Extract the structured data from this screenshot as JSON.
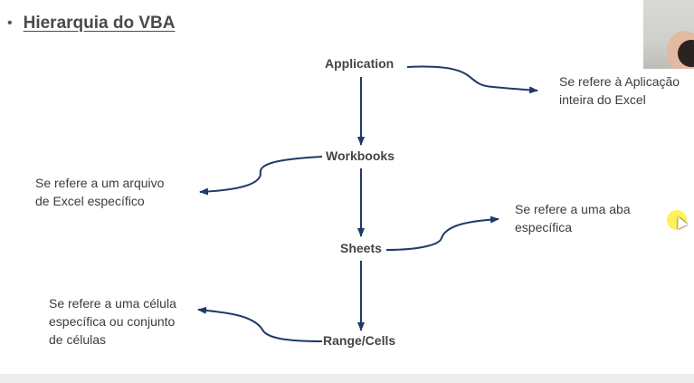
{
  "slide": {
    "bullet": "•",
    "title": "Hierarquia do VBA"
  },
  "hierarchy": {
    "nodes": [
      {
        "id": "application",
        "label": "Application"
      },
      {
        "id": "workbooks",
        "label": "Workbooks"
      },
      {
        "id": "sheets",
        "label": "Sheets"
      },
      {
        "id": "range_cells",
        "label": "Range/Cells"
      }
    ],
    "descriptions": {
      "application": [
        "Se refere à Aplicação",
        "inteira do Excel"
      ],
      "workbooks": [
        "Se refere a um arquivo",
        "de Excel específico"
      ],
      "sheets": [
        "Se refere a uma aba",
        "específica"
      ],
      "range_cells": [
        "Se refere a uma célula",
        "específica ou conjunto",
        "de células"
      ]
    }
  },
  "colors": {
    "connector": "#1f3a68",
    "title_text": "#4a4a4a",
    "cursor_highlight": "#fff03c"
  },
  "icons": {
    "cursor": "mouse-pointer-icon"
  }
}
